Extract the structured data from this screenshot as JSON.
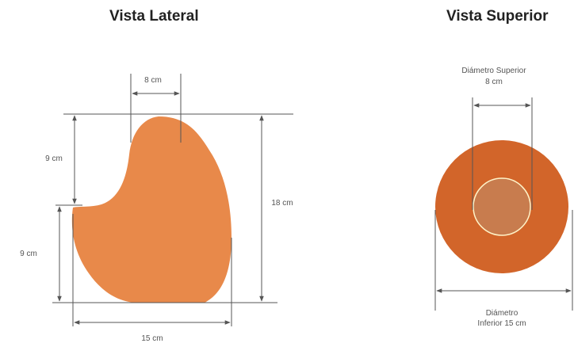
{
  "lateral": {
    "title": "Vista Lateral",
    "dim_top_width": "8 cm",
    "dim_upper_height": "9 cm",
    "dim_lower_height": "9 cm",
    "dim_total_height": "18 cm",
    "dim_base_width": "15 cm"
  },
  "superior": {
    "title": "Vista Superior",
    "top_diameter_label_line1": "Diámetro Superior",
    "top_diameter_label_line2": "8 cm",
    "bottom_diameter_label_line1": "Diámetro",
    "bottom_diameter_label_line2": "Inferior 15 cm"
  },
  "colors": {
    "lateral_fill": "#E8894A",
    "outer_disc": "#D2652A",
    "inner_disc": "#C87C4E",
    "inner_ring": "#FFF3C8",
    "dimension_line": "#555555"
  }
}
